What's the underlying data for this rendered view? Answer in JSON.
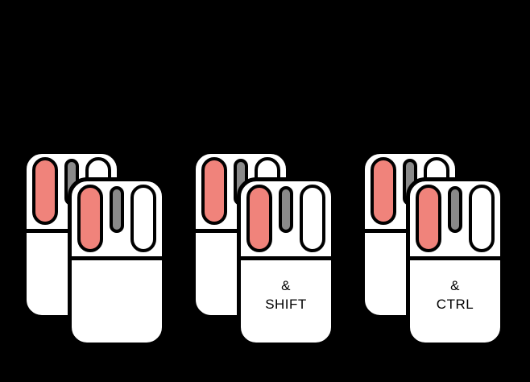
{
  "diagram": {
    "background_color": "#000000",
    "colors": {
      "mouse_fill": "#ffffff",
      "outline": "#000000",
      "left_button_highlight": "#f0837b",
      "middle_button": "#8a8a8a",
      "right_button": "#ffffff"
    },
    "groups": [
      {
        "id": "double-left-click",
        "front_label_line1": "",
        "front_label_line2": ""
      },
      {
        "id": "left-click-with-shift",
        "front_label_line1": "&",
        "front_label_line2": "SHIFT"
      },
      {
        "id": "left-click-with-ctrl",
        "front_label_line1": "&",
        "front_label_line2": "CTRL"
      }
    ]
  }
}
